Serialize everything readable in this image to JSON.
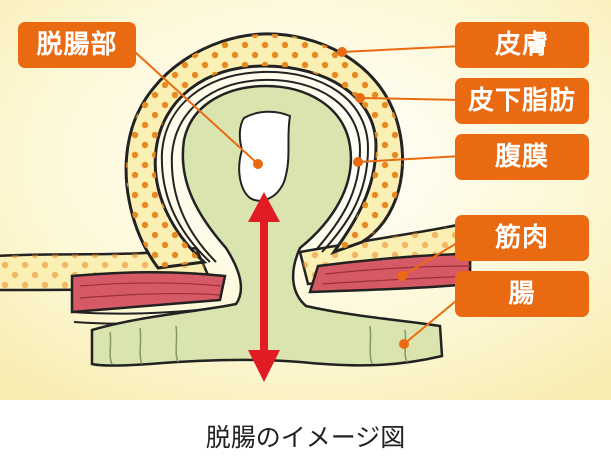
{
  "labels": {
    "hernia": "脱腸部",
    "skin": "皮膚",
    "subcutaneous_fat": "皮下脂肪",
    "peritoneum": "腹膜",
    "muscle": "筋肉",
    "intestine": "腸"
  },
  "caption": "脱腸のイメージ図",
  "colors": {
    "background": "#fcf6c9",
    "label_fill": "#ea6a12",
    "label_text": "#ffffff",
    "fat_dots": "#e88a22",
    "skin_fill": "#fbf0b4",
    "intestine_fill": "#d9e4ae",
    "muscle_fill": "#d65a66",
    "arrow": "#e21c24"
  }
}
